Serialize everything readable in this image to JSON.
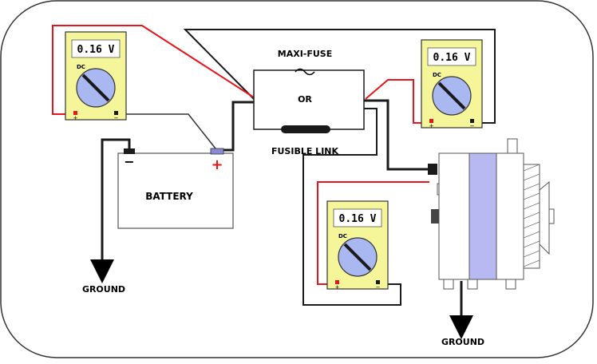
{
  "labels": {
    "maxi_fuse": "MAXI-FUSE",
    "or": "OR",
    "fusible_link": "FUSIBLE LINK",
    "battery": "BATTERY",
    "ground_left": "GROUND",
    "ground_right": "GROUND",
    "battery_minus": "−",
    "battery_plus": "+"
  },
  "meters": [
    {
      "reading": "0.16 V",
      "mode": "DC",
      "plus": "+",
      "minus": "−"
    },
    {
      "reading": "0.16 V",
      "mode": "DC",
      "plus": "+",
      "minus": "−"
    },
    {
      "reading": "0.16 V",
      "mode": "DC",
      "plus": "+",
      "minus": "−"
    }
  ],
  "colors": {
    "meter_body": "#f5f59a",
    "meter_border": "#333333",
    "dial_fill": "#a9b8f0",
    "lead_red": "#e8161c",
    "wire": "#1a1a1a",
    "alternator_band": "#b7b9f0",
    "battery_plus": "#e8161c"
  }
}
